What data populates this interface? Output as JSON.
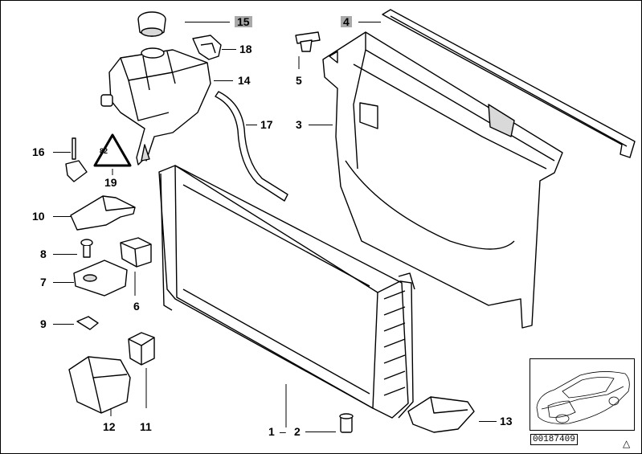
{
  "callouts": [
    {
      "id": "p15",
      "text": "15",
      "highlight": true
    },
    {
      "id": "p18",
      "text": "18",
      "highlight": false
    },
    {
      "id": "p14",
      "text": "14",
      "highlight": false
    },
    {
      "id": "p17",
      "text": "17",
      "highlight": false
    },
    {
      "id": "p4",
      "text": "4",
      "highlight": true
    },
    {
      "id": "p5",
      "text": "5",
      "highlight": false
    },
    {
      "id": "p3",
      "text": "3",
      "highlight": false
    },
    {
      "id": "p16",
      "text": "16",
      "highlight": false
    },
    {
      "id": "p19",
      "text": "19",
      "highlight": false
    },
    {
      "id": "p10",
      "text": "10",
      "highlight": false
    },
    {
      "id": "p8",
      "text": "8",
      "highlight": false
    },
    {
      "id": "p7",
      "text": "7",
      "highlight": false
    },
    {
      "id": "p6",
      "text": "6",
      "highlight": false
    },
    {
      "id": "p9",
      "text": "9",
      "highlight": false
    },
    {
      "id": "p11",
      "text": "11",
      "highlight": false
    },
    {
      "id": "p12",
      "text": "12",
      "highlight": false
    },
    {
      "id": "p1",
      "text": "1",
      "highlight": false
    },
    {
      "id": "p2",
      "text": "2",
      "highlight": false
    },
    {
      "id": "p13",
      "text": "13",
      "highlight": false
    }
  ],
  "dash": "–",
  "image_number": "00187409",
  "warning_symbol_text": "82",
  "nav_icon": "triangle-icon",
  "colors": {
    "highlight": "#a9a9a9",
    "line": "#000000",
    "part_fill": "#ffffff",
    "shade": "#d9d9d9"
  }
}
